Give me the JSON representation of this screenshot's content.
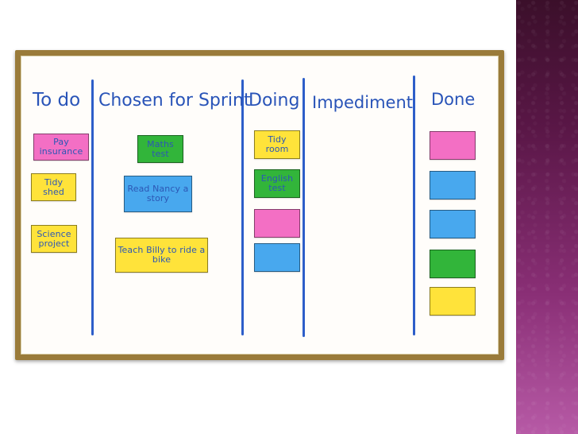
{
  "board": {
    "columns": [
      {
        "title": "To do"
      },
      {
        "title": "Chosen for Sprint"
      },
      {
        "title": "Doing"
      },
      {
        "title": "Impediment"
      },
      {
        "title": "Done"
      }
    ],
    "cards": [
      {
        "text": "Pay insurance",
        "color": "#f36fc4"
      },
      {
        "text": "Tidy shed",
        "color": "#ffe33a"
      },
      {
        "text": "Science project",
        "color": "#ffe33a"
      },
      {
        "text": "Maths test",
        "color": "#32b53a"
      },
      {
        "text": "Read Nancy a story",
        "color": "#48a8ee"
      },
      {
        "text": "Teach Billy to ride a bike",
        "color": "#ffe33a"
      },
      {
        "text": "Tidy room",
        "color": "#ffe33a"
      },
      {
        "text": "English test",
        "color": "#32b53a"
      },
      {
        "text": "",
        "color": "#f36fc4"
      },
      {
        "text": "",
        "color": "#48a8ee"
      },
      {
        "text": "",
        "color": "#f36fc4"
      },
      {
        "text": "",
        "color": "#48a8ee"
      },
      {
        "text": "",
        "color": "#48a8ee"
      },
      {
        "text": "",
        "color": "#32b53a"
      },
      {
        "text": "",
        "color": "#ffe33a"
      }
    ]
  },
  "theme": {
    "ink_color": "#2954b8",
    "frame_color": "#9a7b3a",
    "side_bar_color": "#6a205a"
  }
}
